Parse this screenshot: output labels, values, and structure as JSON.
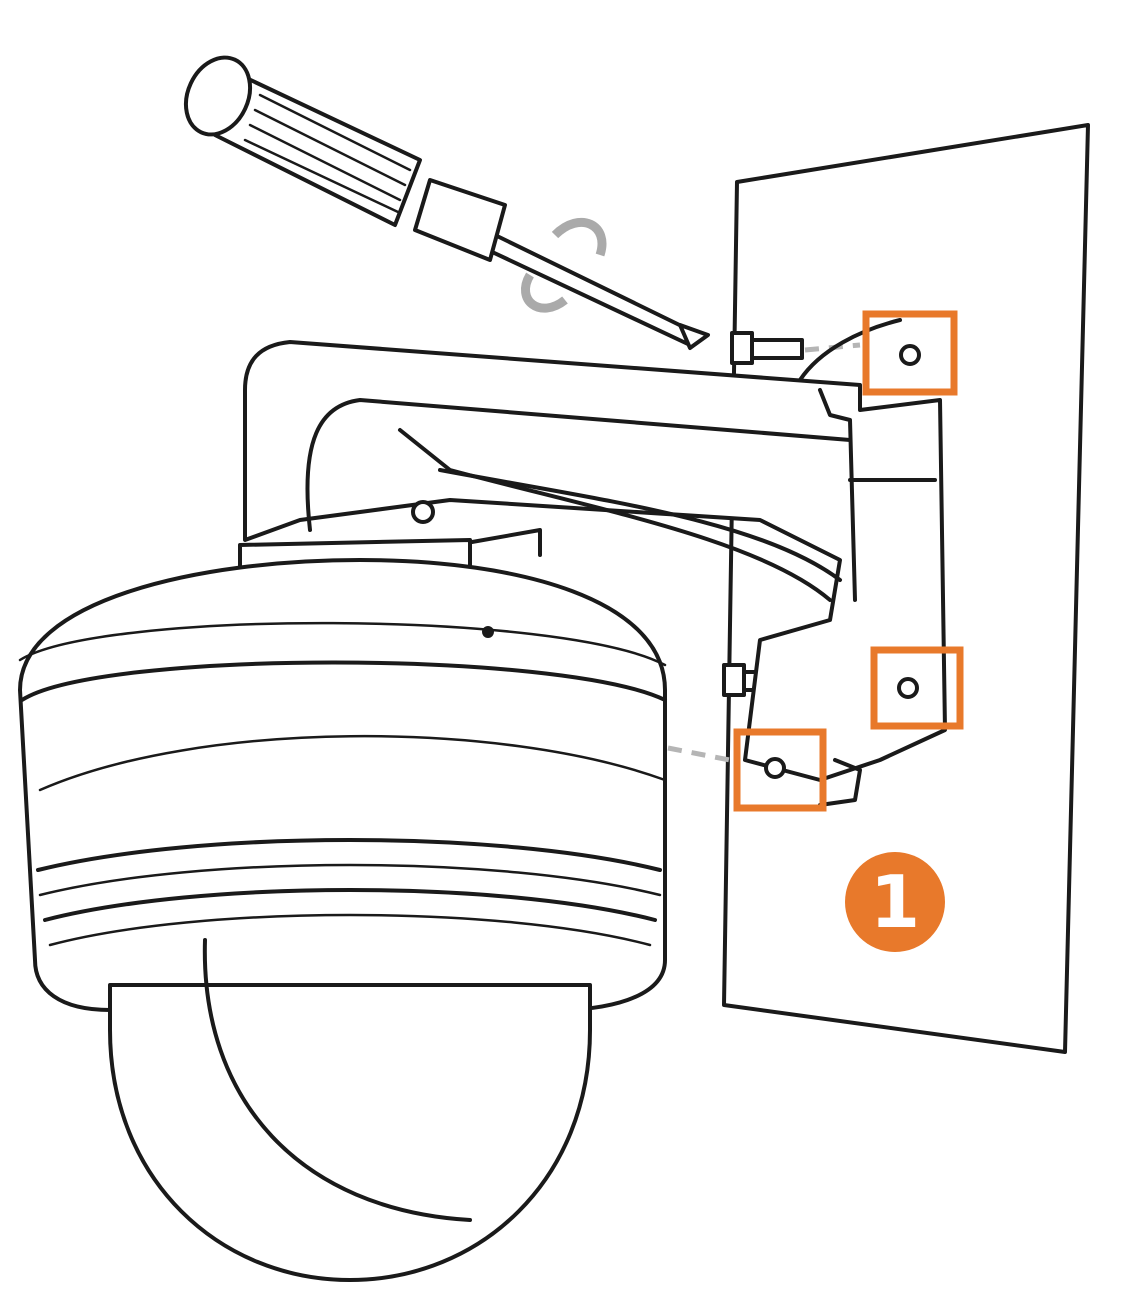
{
  "diagram": {
    "step_number": "1",
    "highlight_color": "#E8792B",
    "line_color": "#1a1a1a",
    "guide_color": "#b5b5b5",
    "parts": [
      "wall-plate",
      "screwdriver",
      "rotation-arrow",
      "wall-mount-bracket",
      "dome-camera",
      "screw-holes"
    ]
  }
}
